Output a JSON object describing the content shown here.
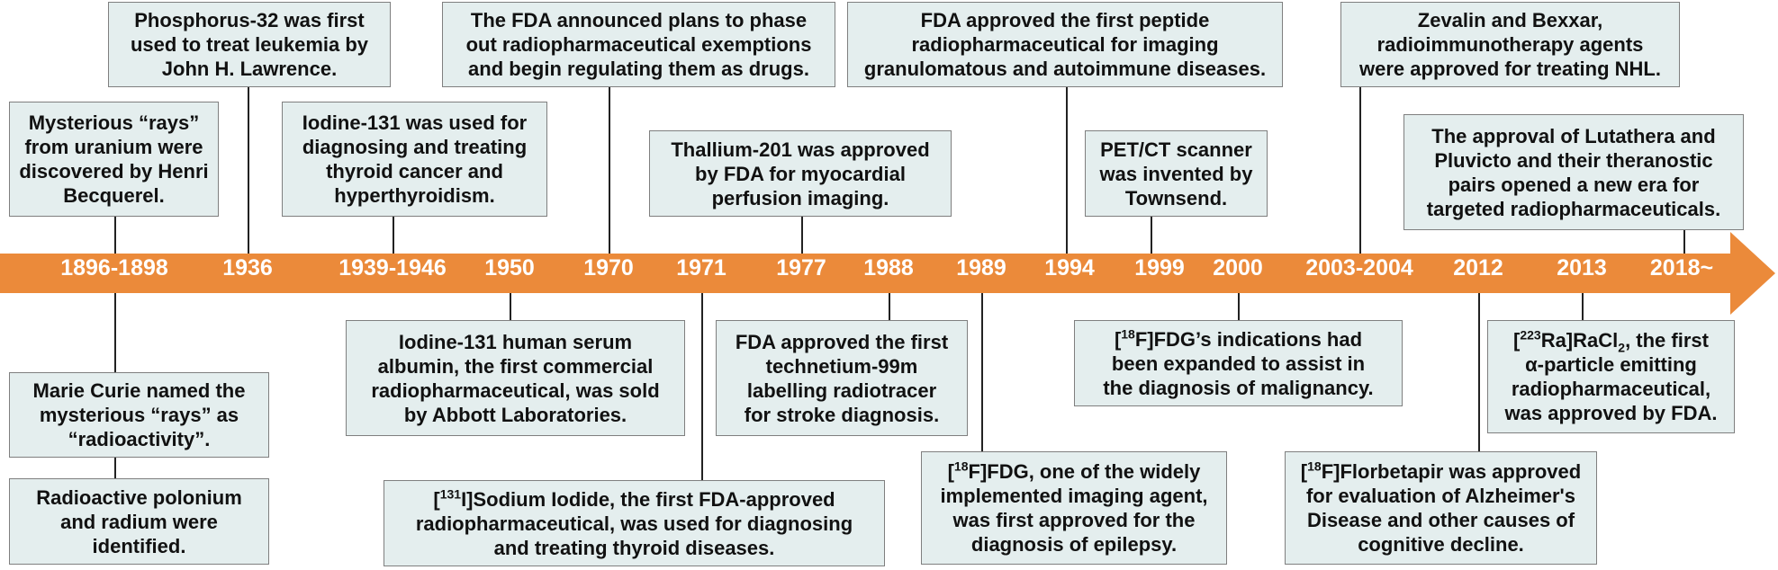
{
  "colors": {
    "arrow": "#eb8a3a",
    "box_fill": "#e4eeee",
    "box_border": "#7f7f7f",
    "year_text": "#ffffff"
  },
  "years": [
    "1896-1898",
    "1936",
    "1939-1946",
    "1950",
    "1970",
    "1971",
    "1977",
    "1988",
    "1989",
    "1994",
    "1999",
    "2000",
    "2003-2004",
    "2012",
    "2013",
    "2018~"
  ],
  "events": {
    "e1896_rays": "Mysterious “rays”\nfrom uranium were\ndiscovered by  Henri\nBecquerel.",
    "e1896_curie": "Marie Curie named the\nmysterious “rays” as\n“radioactivity”.",
    "e1896_polonium": "Radioactive polonium\nand radium were\nidentified.",
    "e1936_p32": "Phosphorus-32 was first\nused to treat leukemia by\nJohn H. Lawrence.",
    "e1939_i131": "Iodine-131 was used for\ndiagnosing and treating\nthyroid cancer and\nhyperthyroidism.",
    "e1950_albumin": "Iodine-131 human serum\nalbumin, the first commercial\nradiopharmaceutical,  was sold\nby Abbott Laboratories.",
    "e1970_fda": "The FDA announced plans to phase\nout radiopharmaceutical exemptions\nand begin regulating them as drugs.",
    "e1971_sup": "131",
    "e1971_a": "[",
    "e1971_b": "I]Sodium Iodide, the first FDA-approved\nradiopharmaceutical, was used for diagnosing\nand treating thyroid diseases.",
    "e1977_tl": "Thallium-201 was approved\nby FDA for myocardial\nperfusion imaging.",
    "e1988_tc": "FDA approved the first\ntechnetium-99m\nlabelling radiotracer\nfor stroke diagnosis.",
    "e1989_sup": "18",
    "e1989_a": "[",
    "e1989_b": "F]FDG, one of the widely\nimplemented imaging agent,\nwas first approved for the\ndiagnosis of epilepsy.",
    "e1994_peptide": "FDA approved the first peptide\nradiopharmaceutical for imaging\ngranulomatous and autoimmune diseases.",
    "e1999_petct": "PET/CT scanner\nwas invented by\nTownsend.",
    "e2000_sup": "18",
    "e2000_a": "[",
    "e2000_b": "F]FDG’s indications had\nbeen expanded to assist in\nthe diagnosis of malignancy.",
    "e2003_zevalin": "Zevalin and Bexxar,\nradioimmunotherapy agents\nwere approved for treating NHL.",
    "e2012_sup": "18",
    "e2012_a": "[",
    "e2012_b": "F]Florbetapir was approved\nfor evaluation of Alzheimer's\nDisease and other causes of\ncognitive decline.",
    "e2013_sup": "223",
    "e2013_a": "[",
    "e2013_b": "Ra]RaCl",
    "e2013_sub": "2",
    "e2013_c": ", the first\nα-particle emitting\nradiopharmaceutical,\nwas approved by FDA.",
    "e2018_lutathera": "The approval of Lutathera and\nPluvicto and their theranostic\npairs opened a new era for\ntargeted radiopharmaceuticals."
  }
}
